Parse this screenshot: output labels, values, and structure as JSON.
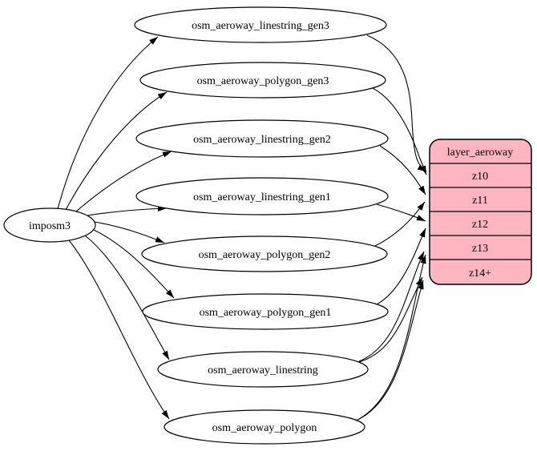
{
  "diagram": {
    "type": "graphviz-etl-flow",
    "colors": {
      "background": "#ffffff",
      "ellipse_fill": "#ffffff",
      "record_fill": "#ffb6c1",
      "stroke": "#000000"
    },
    "source_node": {
      "label": "imposm3"
    },
    "table_nodes": [
      {
        "label": "osm_aeroway_linestring_gen3"
      },
      {
        "label": "osm_aeroway_polygon_gen3"
      },
      {
        "label": "osm_aeroway_linestring_gen2"
      },
      {
        "label": "osm_aeroway_linestring_gen1"
      },
      {
        "label": "osm_aeroway_polygon_gen2"
      },
      {
        "label": "osm_aeroway_polygon_gen1"
      },
      {
        "label": "osm_aeroway_linestring"
      },
      {
        "label": "osm_aeroway_polygon"
      }
    ],
    "record_node": {
      "title": "layer_aeroway",
      "rows": [
        {
          "label": "z10"
        },
        {
          "label": "z11"
        },
        {
          "label": "z12"
        },
        {
          "label": "z13"
        },
        {
          "label": "z14+"
        }
      ]
    },
    "edges": [
      {
        "from": "imposm3",
        "to": "osm_aeroway_linestring_gen3"
      },
      {
        "from": "imposm3",
        "to": "osm_aeroway_polygon_gen3"
      },
      {
        "from": "imposm3",
        "to": "osm_aeroway_linestring_gen2"
      },
      {
        "from": "imposm3",
        "to": "osm_aeroway_linestring_gen1"
      },
      {
        "from": "imposm3",
        "to": "osm_aeroway_polygon_gen2"
      },
      {
        "from": "imposm3",
        "to": "osm_aeroway_polygon_gen1"
      },
      {
        "from": "imposm3",
        "to": "osm_aeroway_linestring"
      },
      {
        "from": "imposm3",
        "to": "osm_aeroway_polygon"
      },
      {
        "from": "osm_aeroway_linestring_gen3",
        "to": "z10"
      },
      {
        "from": "osm_aeroway_polygon_gen3",
        "to": "z10"
      },
      {
        "from": "osm_aeroway_linestring_gen2",
        "to": "z11"
      },
      {
        "from": "osm_aeroway_polygon_gen2",
        "to": "z11"
      },
      {
        "from": "osm_aeroway_linestring_gen1",
        "to": "z12"
      },
      {
        "from": "osm_aeroway_polygon_gen1",
        "to": "z12"
      },
      {
        "from": "osm_aeroway_linestring",
        "to": "z13"
      },
      {
        "from": "osm_aeroway_linestring",
        "to": "z14+"
      },
      {
        "from": "osm_aeroway_polygon",
        "to": "z13"
      },
      {
        "from": "osm_aeroway_polygon",
        "to": "z14+"
      }
    ]
  }
}
